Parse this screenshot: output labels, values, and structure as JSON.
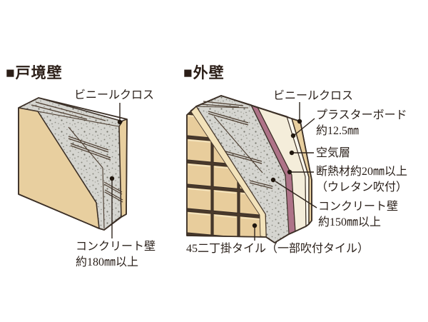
{
  "panels": {
    "left": {
      "title": "■戸境壁",
      "labels": {
        "vinyl": "ビニールクロス",
        "concrete_1": "コンクリート壁",
        "concrete_2": "約180㎜以上"
      }
    },
    "right": {
      "title": "■外壁",
      "labels": {
        "vinyl": "ビニールクロス",
        "plaster_1": "プラスターボード",
        "plaster_2": "約12.5㎜",
        "air": "空気層",
        "insulation_1": "断熱材約20㎜以上",
        "insulation_2": "（ウレタン吹付）",
        "concrete_1": "コンクリート壁",
        "concrete_2": "約150㎜以上",
        "tile": "45二丁掛タイル（一部吹付タイル）"
      }
    }
  },
  "colors": {
    "background": "#ffffff",
    "wall_finish_tan": "#e8cf9f",
    "tile_tan": "#e8cd9c",
    "concrete_gray": "#d5d5d0",
    "insulation_pink": "#ae7388",
    "air_layer_ivory": "#f4edda",
    "plasterboard_white": "#fbf8ee",
    "outline_brown": "#3b2f26",
    "text_brown": "#2b211b"
  }
}
